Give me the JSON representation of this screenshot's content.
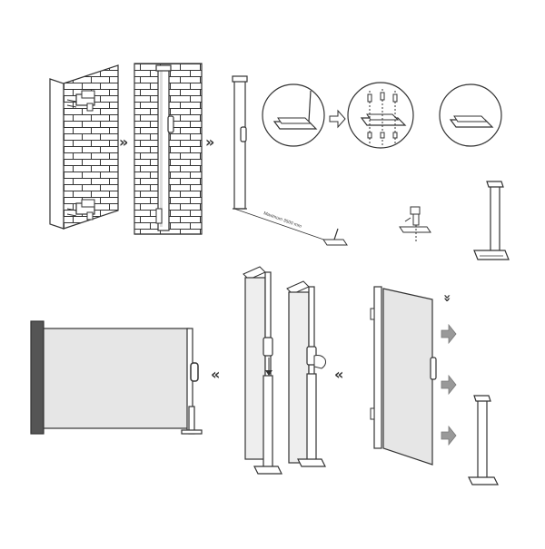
{
  "diagram": {
    "measurement_label": "Maximum 3500 mm",
    "arrow_glyph_right": "»",
    "arrow_glyph_left": "«",
    "arrow_glyph_down": "»",
    "colors": {
      "line": "#333333",
      "screen_fill": "#e6e6e6",
      "post_dark": "#555555",
      "arrow_grey": "#999999",
      "bg": "#ffffff"
    },
    "steps": [
      {
        "name": "wall-bracket-mount"
      },
      {
        "name": "cassette-mount-on-wall"
      },
      {
        "name": "cassette-with-floor-hook"
      },
      {
        "name": "floor-bracket-fixing"
      },
      {
        "name": "floor-post-install"
      },
      {
        "name": "post-adjustment"
      },
      {
        "name": "screen-extend"
      },
      {
        "name": "finished-screen"
      }
    ]
  }
}
